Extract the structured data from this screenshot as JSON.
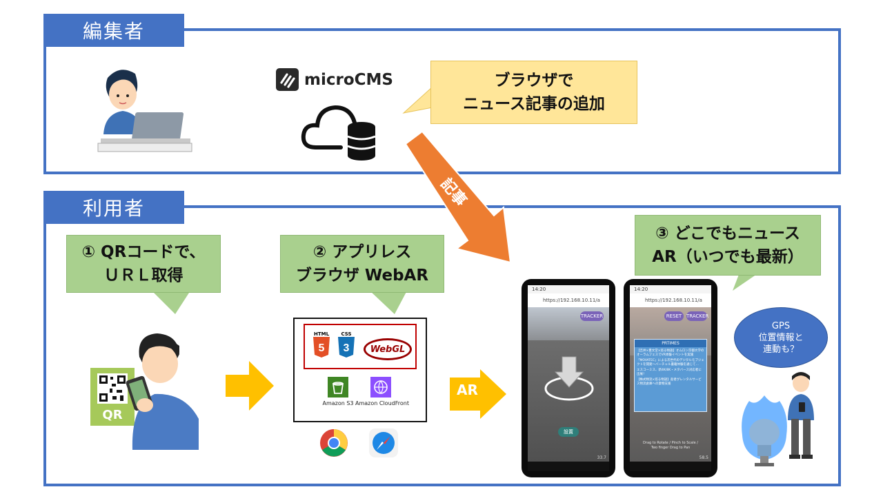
{
  "editor_section": {
    "tab_label": "編集者"
  },
  "user_section": {
    "tab_label": "利用者"
  },
  "cms": {
    "logo_text": "microCMS"
  },
  "editor_callout": {
    "line1": "ブラウザで",
    "line2": "ニュース記事の追加"
  },
  "article_arrow": {
    "label": "記事"
  },
  "step1": {
    "line1": "① QRコードで、",
    "line2": "ＵＲＬ取得"
  },
  "step2": {
    "line1": "② アプリレス",
    "line2": "ブラウザ WebAR"
  },
  "step3": {
    "line1": "③ どこでもニュース",
    "line2": "AR（いつでも最新）"
  },
  "qr_sign": {
    "label": "QR"
  },
  "tech": {
    "html_label": "HTML",
    "css_label": "CSS",
    "webgl_label": "WebGL",
    "s3_label": "Amazon S3",
    "cloudfront_label": "Amazon CloudFront"
  },
  "ar_arrow": {
    "label": "AR"
  },
  "gps_bubble": {
    "line1": "GPS",
    "line2": "位置情報と",
    "line3": "連動も？"
  },
  "phone1": {
    "time": "14:20",
    "url": "https://192.168.10.11/a",
    "tracker": "TRACKER",
    "place_button": "設置",
    "fps": "33.7"
  },
  "phone2": {
    "time": "14:20",
    "url": "https://192.168.10.11/a",
    "reset": "RESET",
    "tracker": "TRACKER",
    "news_header": "PRTIMES",
    "news_items": [
      "【吉井×豊文堂×巡る物語】オムロン京都大学のオーラムフェスでVR体験イベントを実施",
      "「MOVATEC」による次世代のデジタルモブジェクトを開発～バーチャル書籍体験を通じて…",
      "エスコーミス、新4K/8K・メタバース対応者に出展！",
      "【株式物流×巡る物語】産者がレンタルサービス物流倉庫への貨物支援"
    ],
    "hint": "Drag to Rotate / Pinch to Scale / Two finger Drag to Pan",
    "fps": "58.5"
  },
  "colors": {
    "frame": "#4472c4",
    "callout_green": "#a9d08e",
    "callout_yellow": "#ffe699",
    "arrow_orange": "#ed7d31",
    "arrow_gold": "#ffc000",
    "tech_border": "#c00000"
  }
}
